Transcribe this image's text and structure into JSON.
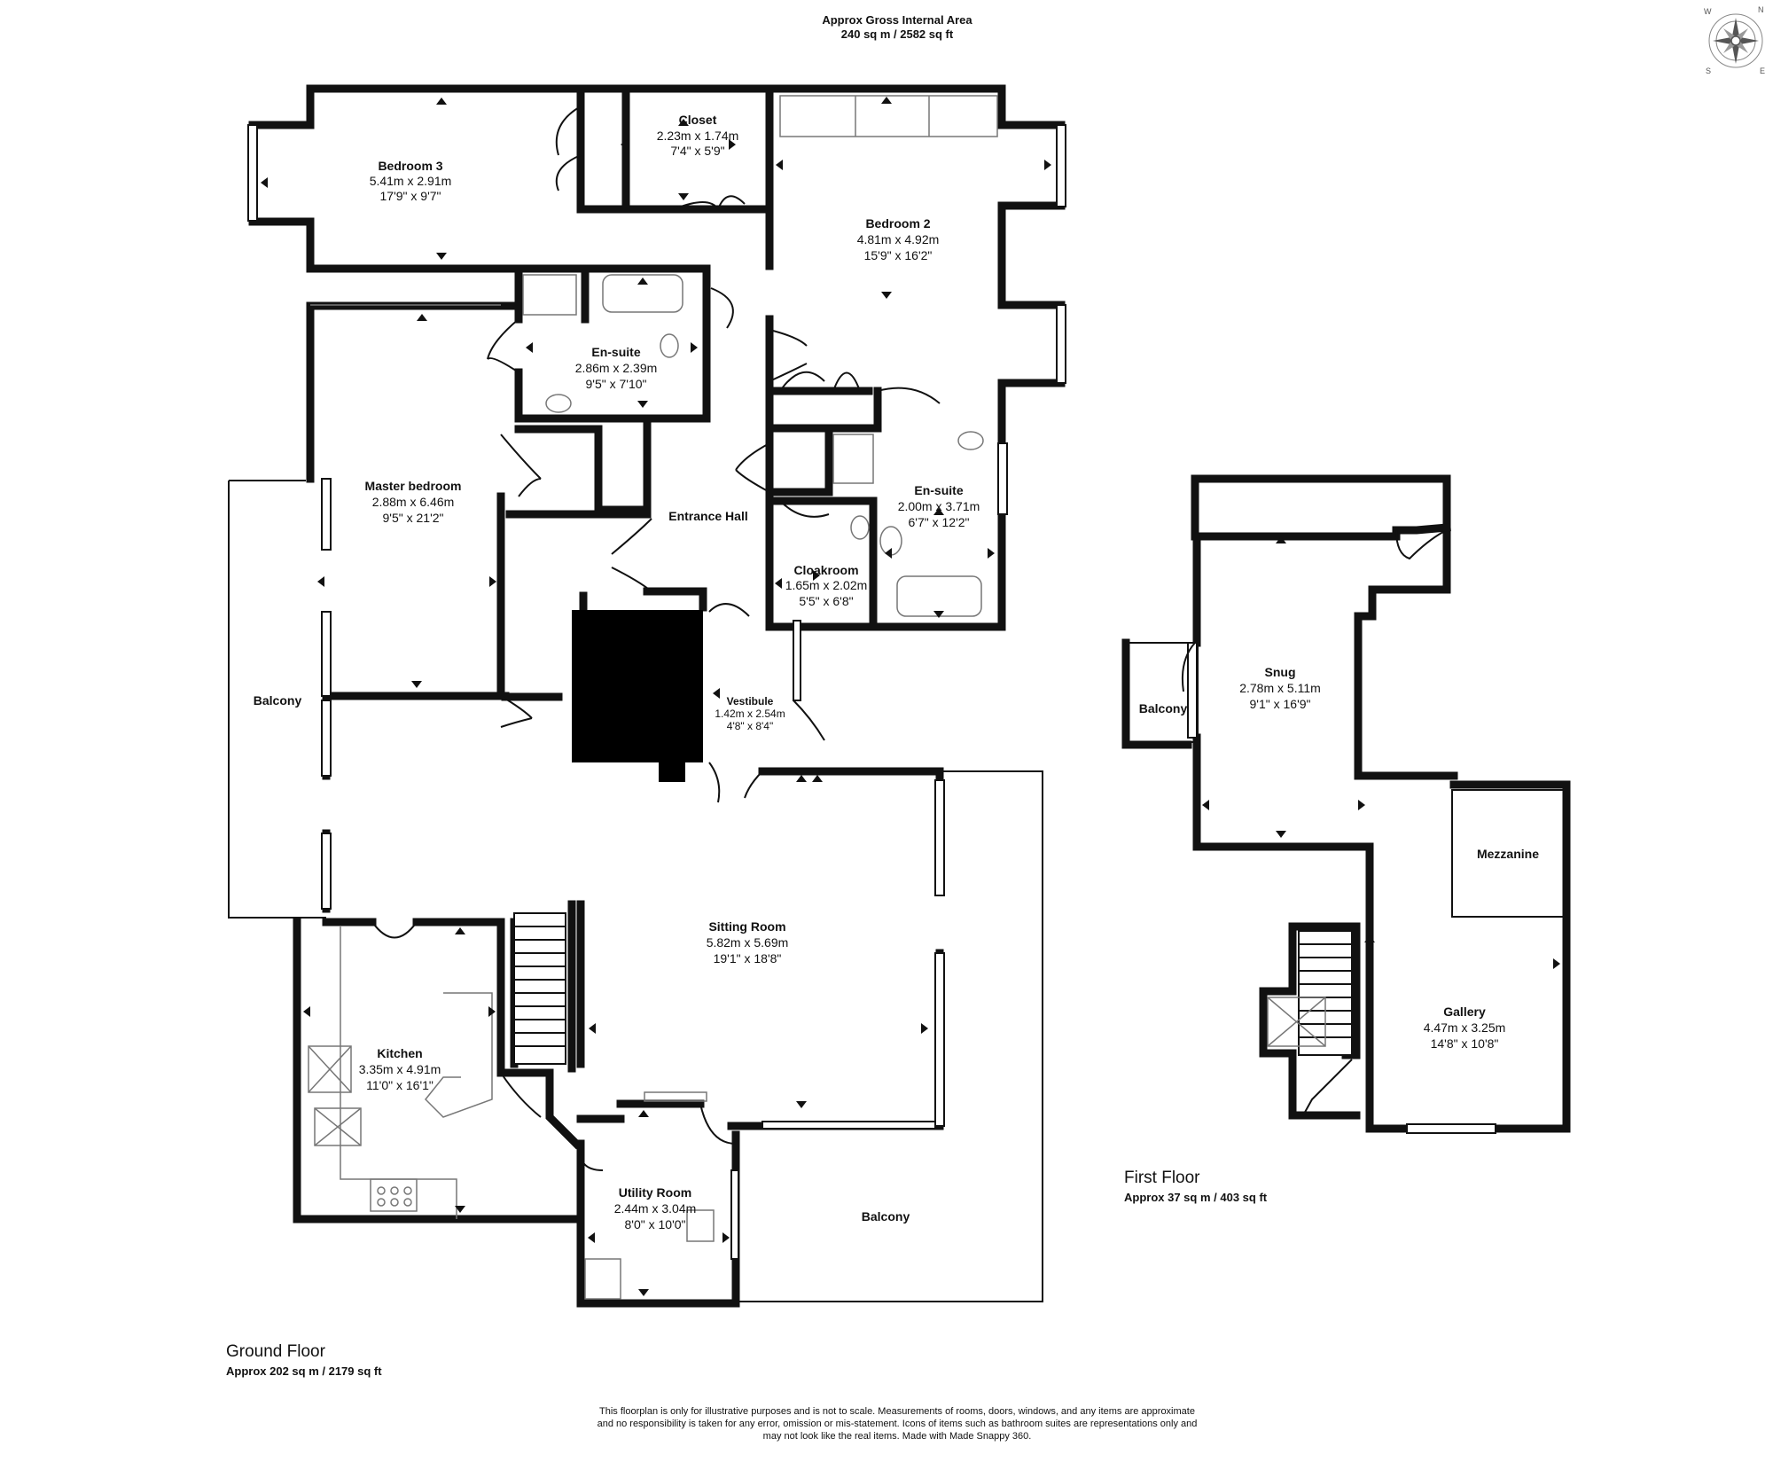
{
  "header": {
    "title": "Approx Gross Internal Area",
    "area": "240 sq m / 2582 sq ft"
  },
  "compass": {
    "letters": [
      "N",
      "E",
      "S",
      "W"
    ]
  },
  "ground_floor": {
    "label": "Ground Floor",
    "area": "Approx 202 sq m / 2179 sq ft",
    "rooms": {
      "bedroom3": {
        "name": "Bedroom 3",
        "metric": "5.41m x 2.91m",
        "imperial": "17'9\" x 9'7\""
      },
      "closet": {
        "name": "Closet",
        "metric": "2.23m x 1.74m",
        "imperial": "7'4\" x 5'9\""
      },
      "bedroom2": {
        "name": "Bedroom 2",
        "metric": "4.81m x 4.92m",
        "imperial": "15'9\" x 16'2\""
      },
      "ensuite1": {
        "name": "En-suite",
        "metric": "2.86m x 2.39m",
        "imperial": "9'5\" x 7'10\""
      },
      "master": {
        "name": "Master bedroom",
        "metric": "2.88m x 6.46m",
        "imperial": "9'5\" x 21'2\""
      },
      "entrance": {
        "name": "Entrance Hall"
      },
      "ensuite2": {
        "name": "En-suite",
        "metric": "2.00m x 3.71m",
        "imperial": "6'7\" x 12'2\""
      },
      "cloakroom": {
        "name": "Cloakroom",
        "metric": "1.65m x 2.02m",
        "imperial": "5'5\" x 6'8\""
      },
      "vestibule": {
        "name": "Vestibule",
        "metric": "1.42m x 2.54m",
        "imperial": "4'8\" x 8'4\""
      },
      "balcony_west": {
        "name": "Balcony"
      },
      "sitting": {
        "name": "Sitting Room",
        "metric": "5.82m x 5.69m",
        "imperial": "19'1\" x 18'8\""
      },
      "kitchen": {
        "name": "Kitchen",
        "metric": "3.35m x 4.91m",
        "imperial": "11'0\" x 16'1\""
      },
      "utility": {
        "name": "Utility Room",
        "metric": "2.44m x 3.04m",
        "imperial": "8'0\" x 10'0\""
      },
      "balcony_south": {
        "name": "Balcony"
      }
    }
  },
  "first_floor": {
    "label": "First Floor",
    "area": "Approx 37 sq m / 403 sq ft",
    "rooms": {
      "snug": {
        "name": "Snug",
        "metric": "2.78m x 5.11m",
        "imperial": "9'1\" x 16'9\""
      },
      "balcony": {
        "name": "Balcony"
      },
      "mezzanine": {
        "name": "Mezzanine"
      },
      "gallery": {
        "name": "Gallery",
        "metric": "4.47m x 3.25m",
        "imperial": "14'8\" x 10'8\""
      }
    }
  },
  "disclaimer": {
    "line1": "This floorplan is only for illustrative purposes and is not to scale. Measurements of rooms, doors, windows, and any items are approximate",
    "line2": "and no responsibility is taken for any error, omission or mis-statement. Icons of items such as bathroom suites are representations only and",
    "line3": "may not look like the real items. Made with Made Snappy 360."
  }
}
